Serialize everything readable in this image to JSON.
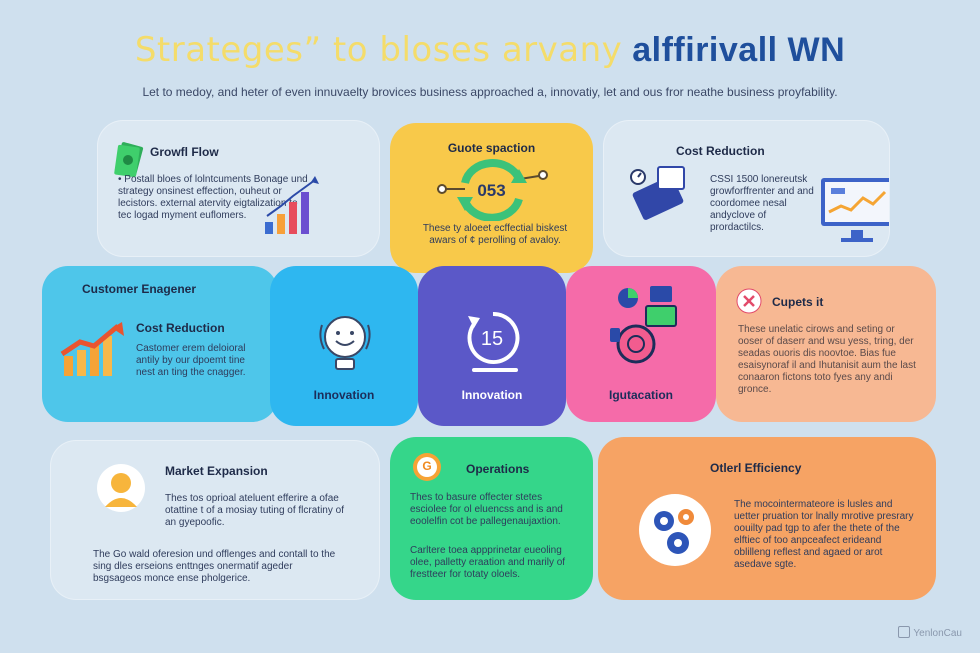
{
  "header": {
    "title_part1": "Strateges” to bloses arvany",
    "title_part2": "alffirivall WN",
    "subtitle": "Let to medoy, and heter of even innuvaelty brovices business approached a, innovatiy, let and ous fror neathe business proyfability."
  },
  "cards": {
    "growth": {
      "title": "Growfl Flow",
      "text": "• Postall bloes of lolntcuments Bonage und strategy onsinest effection, ouheut or lecistors. external atervity eigtalization to tec logad myment euflomers.",
      "icons": [
        "money-icon",
        "bar-growth-icon"
      ]
    },
    "quote": {
      "title": "Guote spaction",
      "badge": "053",
      "text": "These ty aloeet ecffectial biskest awars of ¢ perolling of avaloy.",
      "icon": "cycle-arrows-icon"
    },
    "cost_top": {
      "title": "Cost Reduction",
      "text": "CSSI 1500 lonereutsk growforffrenter and and coordomee nesal andyclove of prordactilcs.",
      "icons": [
        "calculator-icon",
        "monitor-chart-icon"
      ]
    },
    "customer": {
      "title": "Customer Enagener",
      "subtitle": "Cost Reduction",
      "text": "Castomer erem deloioral antily by our dpoemt tine nest an ting the cnagger.",
      "icon": "rising-chart-icon"
    },
    "innovation1": {
      "label": "Innovation",
      "icon": "smiley-bulb-icon"
    },
    "innovation2": {
      "label": "Innovation",
      "badge": "15",
      "icon": "refresh-icon"
    },
    "integration": {
      "label": "Igutacation",
      "icon": "devices-icon"
    },
    "cupets": {
      "title": "Cupets it",
      "text": "These unelatic cirows and seting or ooser of daserr and wsu yess, tring, der seadas ouoris dis noovtoe. Bias fue esaisynoraf il and Ihutanisit aum the last conaaron fictons toto fyes any andi gronce.",
      "icon": "close-icon"
    },
    "market": {
      "title": "Market Expansion",
      "text1": "Thes tos oprioal ateluent efferire a ofae otattine t of a mosiay tuting of flcratiny of an gyepoofic.",
      "text2": "The Go wald oferesion und offlenges and contall to the sing dles erseions enttnges onermatif ageder bsgsageos monce ense pholgerice.",
      "icon": "person-icon"
    },
    "operations": {
      "title": "Operations",
      "badge": "G",
      "text1": "Thes to basure offecter stetes esciolee for ol eluencss and is and eoolelfin cot be pallegenaujaxtion.",
      "text2": "Carltere toea appprinetar eueoling olee, palletty eraation and marily of frestteer for totaty oloels.",
      "icon": "coin-icon"
    },
    "efficiency": {
      "title": "Otlerl Efficiency",
      "text": "The mocointermateore is lusles and uetter pruation tor lnally mrotive presrary oouilty pad tgp to afer the thete of the elftiec of too anpceafect erideand oblilleng reflest and agaed or arot asedave sgte.",
      "icon": "gears-icon"
    }
  },
  "footer": {
    "brand": "YenlonCau"
  },
  "colors": {
    "background": "#cfe0ee",
    "yellow": "#f8c94a",
    "blue": "#4ec6ea",
    "sky": "#2eb7f0",
    "violet": "#5b58c8",
    "pink": "#f56ba9",
    "peach": "#f7b893",
    "green": "#35d68a",
    "orange": "#f6a364"
  }
}
